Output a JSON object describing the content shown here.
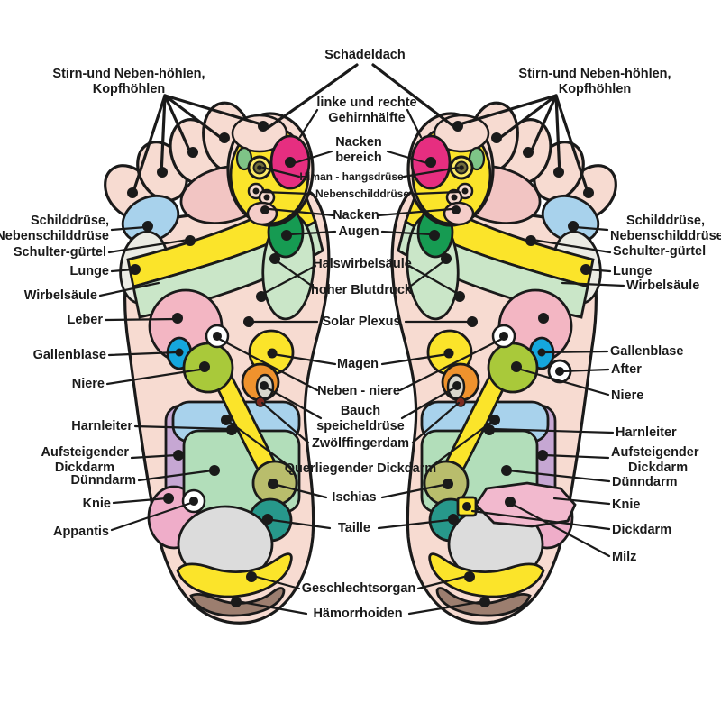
{
  "diagram": {
    "kind": "foot-reflexology-chart",
    "language": "German",
    "feet": [
      "left-sole",
      "right-sole"
    ]
  },
  "colors": {
    "outline": "#1a1a1a",
    "skin": "#f7dbd1",
    "toe_pad_pink": "#f2c5c3",
    "yellow": "#fbe42a",
    "magenta": "#e62e80",
    "dark_green": "#169b52",
    "mint": "#cae6c8",
    "light_blue": "#a8d2ec",
    "gray_white": "#ebebe4",
    "cyan_blue": "#15a7de",
    "kidney_green": "#a9c93a",
    "orange": "#ef922d",
    "lilac": "#c6a7d3",
    "intestine_green": "#b2deba",
    "knee_pink": "#efadc9",
    "olive": "#b9bd6c",
    "teal": "#27988b",
    "heel_gray": "#dcdcdc",
    "brown": "#9c7e6f",
    "liver_pink": "#f3b6c3",
    "spleen_pink": "#f2b9ce"
  },
  "labels": {
    "top": {
      "schaedeldach": "Schädeldach",
      "sinus_left": [
        "Stirn-und Neben-höhlen,",
        "Kopfhöhlen"
      ],
      "sinus_right": [
        "Stirn-und Neben-höhlen,",
        "Kopfhöhlen"
      ]
    },
    "center": {
      "gehirn": [
        "linke und rechte",
        "Gehirnhälfte"
      ],
      "nackenbereich": [
        "Nacken",
        "bereich"
      ],
      "hypophyse": "Himan - hangsdrüse",
      "nebenschilddruese": "Nebenschilddrüse",
      "nacken": "Nacken",
      "augen": "Augen",
      "halswirbelsaeule": "Halswirbelsäule",
      "blutdruck": "hoher Blutdruck",
      "solarplexus": "Solar Plexus",
      "magen": "Magen",
      "nebenniere": "Neben - niere",
      "bauchspeicheldruese": [
        "Bauch",
        "speicheldrüse"
      ],
      "zwoelffingerdarm": "Zwölffingerdam",
      "querdickdarm": "Querliegender Dickdarm",
      "ischias": "Ischias",
      "taille": "Taille",
      "geschlechtsorgan": "Geschlechtsorgan",
      "haemorrhoiden": "Hämorrhoiden"
    },
    "left": {
      "schilddruese": [
        "Schilddrüse,",
        "Nebenschilddrüse"
      ],
      "schulterguertel": "Schulter-gürtel",
      "lunge": "Lunge",
      "wirbelsaeule": "Wirbelsäule",
      "leber": "Leber",
      "gallenblase": "Gallenblase",
      "niere": "Niere",
      "harnleiter": "Harnleiter",
      "aufdickdarm": [
        "Aufsteigender",
        "Dickdarm"
      ],
      "duenndarm": "Dünndarm",
      "knie": "Knie",
      "appantis": "Appantis"
    },
    "right": {
      "schilddruese": [
        "Schilddrüse,",
        "Nebenschilddrüse"
      ],
      "schulterguertel": "Schulter-gürtel",
      "lunge": "Lunge",
      "wirbelsaeule": "Wirbelsäule",
      "gallenblase": "Gallenblase",
      "after": "After",
      "niere": "Niere",
      "harnleiter": "Harnleiter",
      "aufdickdarm": [
        "Aufsteigender",
        "Dickdarm"
      ],
      "duenndarm": "Dünndarm",
      "knie": "Knie",
      "dickdarm": "Dickdarm",
      "milz": "Milz"
    }
  }
}
